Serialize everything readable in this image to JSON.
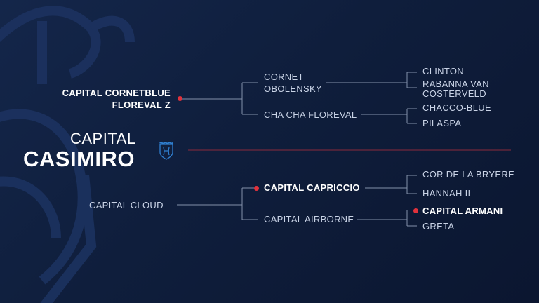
{
  "subject": {
    "line1": "Capital",
    "line2": "Casimiro"
  },
  "sire": {
    "name_line1": "Capital Cornetblue",
    "name_line2": "Floreval Z",
    "sire": {
      "name_line1": "Cornet",
      "name_line2": "Obolensky"
    },
    "dam": {
      "name": "Cha Cha Floreval"
    }
  },
  "dam": {
    "name": "Capital Cloud",
    "sire": {
      "name": "Capital Capriccio"
    },
    "dam": {
      "name": "Capital Airborne"
    }
  },
  "great_grandparents": [
    {
      "name": "Clinton"
    },
    {
      "name_line1": "Rabanna van",
      "name_line2": "Costerveld"
    },
    {
      "name": "Chacco-Blue"
    },
    {
      "name": "Pilaspa"
    },
    {
      "name": "Cor de la Bryere"
    },
    {
      "name": "Hannah II"
    },
    {
      "name": "Capital Armani"
    },
    {
      "name": "Greta"
    }
  ],
  "colors": {
    "accent": "#e0323c",
    "line": "#8391aa",
    "background": "#0f1e3c",
    "crest": "#2f7fd0"
  },
  "icons": {
    "crest": "stable-crest-icon"
  }
}
